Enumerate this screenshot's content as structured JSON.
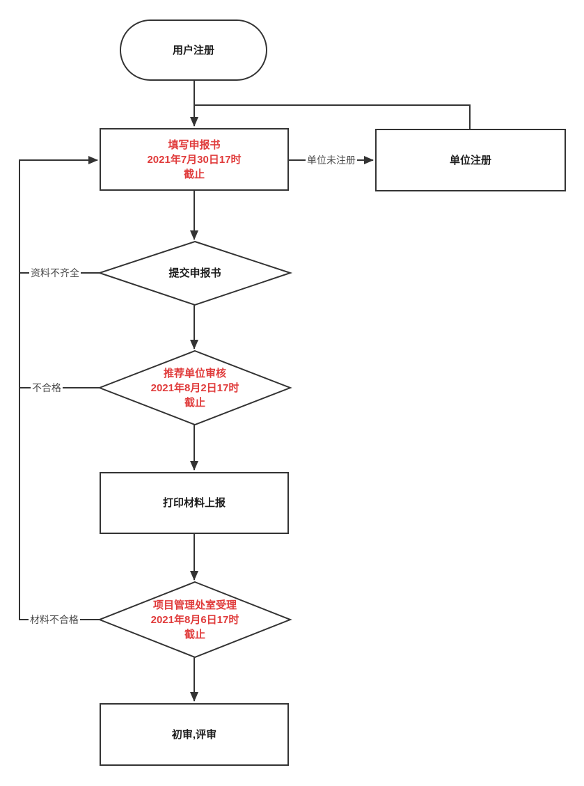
{
  "diagram": {
    "colors": {
      "line": "#333333",
      "node_border": "#333333",
      "text_dark": "#1c1c1c",
      "deadline_red": "#e03c3c",
      "edge_label_gray": "#4a4a4a",
      "background": "#ffffff"
    },
    "nodes": {
      "user_register": {
        "shape": "stadium",
        "lines": [
          "用户注册"
        ]
      },
      "fill_form": {
        "shape": "rect",
        "lines": [
          "填写申报书",
          "2021年7月30日17时",
          "截止"
        ]
      },
      "unit_register": {
        "shape": "rect",
        "lines": [
          "单位注册"
        ]
      },
      "submit_form": {
        "shape": "diamond",
        "lines": [
          "提交申报书"
        ]
      },
      "recommend_review": {
        "shape": "diamond",
        "lines": [
          "推荐单位审核",
          "2021年8月2日17时",
          "截止"
        ]
      },
      "print_materials": {
        "shape": "rect",
        "lines": [
          "打印材料上报"
        ]
      },
      "office_accept": {
        "shape": "diamond",
        "lines": [
          "项目管理处室受理",
          "2021年8月6日17时",
          "截止"
        ]
      },
      "initial_review": {
        "shape": "rect",
        "lines": [
          "初审,评审"
        ]
      }
    },
    "edge_labels": {
      "unit_not_registered": "单位未注册",
      "materials_incomplete": "资料不齐全",
      "unqualified": "不合格",
      "materials_unqualified": "材料不合格"
    }
  }
}
